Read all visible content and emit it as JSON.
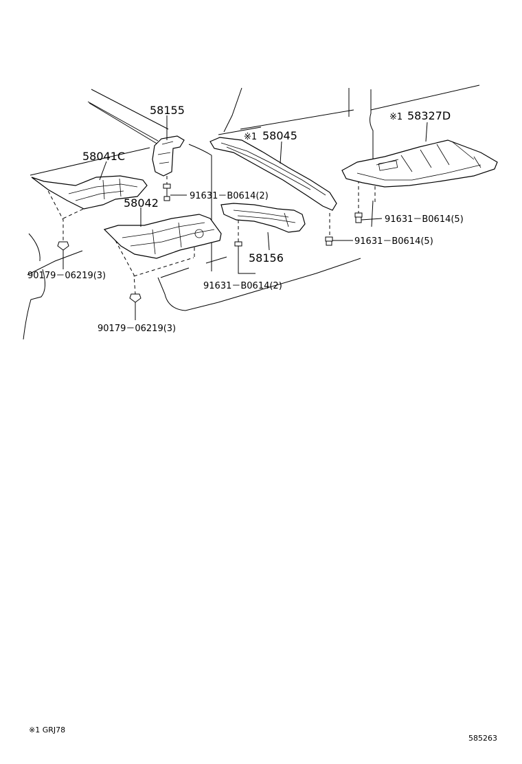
{
  "parts": {
    "p58155": "58155",
    "p58041c": "58041C",
    "p58045": "58045",
    "p58327d": "58327D",
    "p58042": "58042",
    "p58156": "58156"
  },
  "fasteners": {
    "bolt_center_top": "91631－B0614(2)",
    "bolt_right_upper": "91631－B0614(5)",
    "bolt_right_lower": "91631－B0614(5)",
    "bolt_center_bottom": "91631－B0614(2)",
    "clip_left": "90179－06219(3)",
    "clip_bottom": "90179－06219(3)"
  },
  "marks": {
    "note_mark": "※1"
  },
  "footer": {
    "note": "※1 GRJ78",
    "diagram_id": "585263"
  }
}
